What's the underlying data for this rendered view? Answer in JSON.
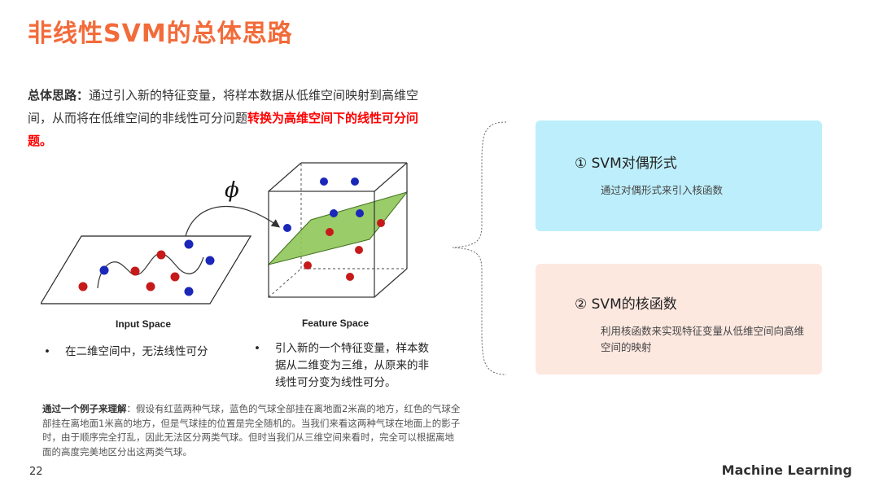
{
  "title": "非线性SVM的总体思路",
  "summary": {
    "lead": "总体思路：",
    "text": "通过引入新的特征变量，将样本数据从低维空间映射到高维空间，从而将在低维空间的非线性可分问题",
    "highlight": "转换为高维空间下的线性可分问题。"
  },
  "figure": {
    "phi_symbol": "ϕ",
    "input_label": "Input Space",
    "feature_label": "Feature Space",
    "colors": {
      "red": "#c61a1a",
      "blue": "#1a27b8",
      "plane": "#8fc65a"
    }
  },
  "bullets": {
    "left": {
      "dot": "•",
      "text": "在二维空间中，无法线性可分"
    },
    "right": {
      "dot": "•",
      "text": "引入新的一个特征变量，样本数据从二维变为三维，从原来的非线性可分变为线性可分。"
    }
  },
  "example": {
    "lead": "通过一个例子来理解",
    "text": "：假设有红蓝两种气球，蓝色的气球全部挂在离地面2米高的地方，红色的气球全部挂在离地面1米高的地方，但是气球挂的位置是完全随机的。当我们来看这两种气球在地面上的影子时，由于顺序完全打乱，因此无法区分两类气球。但时当我们从三维空间来看时，完全可以根据离地面的高度完美地区分出这两类气球。"
  },
  "cards": [
    {
      "heading": "①  SVM对偶形式",
      "body": "通过对偶形式来引入核函数",
      "color": "#bdeefb"
    },
    {
      "heading": "②  SVM的核函数",
      "body": "利用核函数来实现特征变量从低维空间向高维空间的映射",
      "color": "#fde8e0"
    }
  ],
  "page_number": "22",
  "brand": "Machine Learning",
  "accent_color": "#f26b3a"
}
